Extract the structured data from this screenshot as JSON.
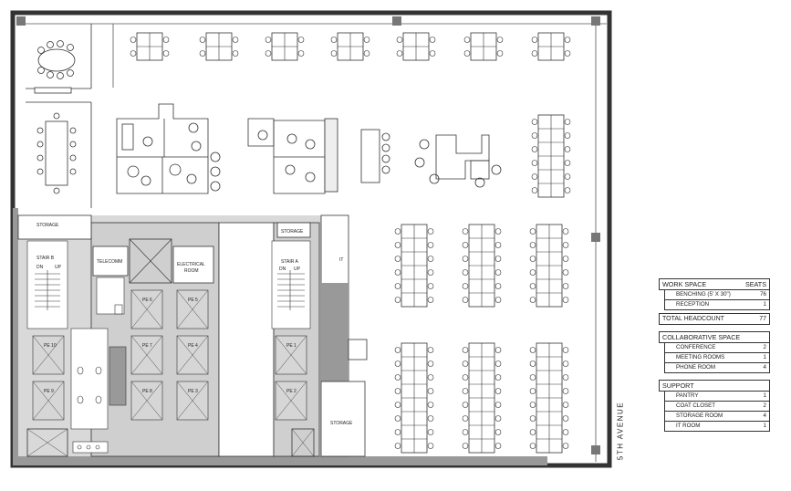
{
  "plan": {
    "room_labels": {
      "storage_west": "STORAGE",
      "storage_core": "STORAGE",
      "storage_south": "STORAGE",
      "stair_b": "STAIR B",
      "stair_b_dn": "DN",
      "stair_b_up": "UP",
      "stair_a": "STAIR A",
      "stair_a_dn": "DN",
      "stair_a_up": "UP",
      "telecomm": "TELECOMM",
      "electrical_1": "ELECTRICAL",
      "electrical_2": "ROOM",
      "it": "IT"
    },
    "elevators": [
      "PE 6",
      "PE 5",
      "PE 7",
      "PE 4",
      "PE 8",
      "PE 3",
      "PE 10",
      "PE 9",
      "PE 1",
      "PE 2"
    ],
    "street": "5TH AVENUE"
  },
  "legend": {
    "work": {
      "title": "WORK SPACE",
      "col": "SEATS",
      "rows": [
        {
          "label": "BENCHING (5' X 30\")",
          "value": "76"
        },
        {
          "label": "RECEPTION",
          "value": "1"
        }
      ],
      "total": {
        "label": "TOTAL HEADCOUNT",
        "value": "77"
      }
    },
    "collab": {
      "title": "COLLABORATIVE SPACE",
      "rows": [
        {
          "label": "CONFERENCE",
          "value": "2"
        },
        {
          "label": "MEETING ROOMS",
          "value": "1"
        },
        {
          "label": "PHONE ROOM",
          "value": "4"
        }
      ]
    },
    "support": {
      "title": "SUPPORT",
      "rows": [
        {
          "label": "PANTRY",
          "value": "1"
        },
        {
          "label": "COAT CLOSET",
          "value": "2"
        },
        {
          "label": "STORAGE ROOM",
          "value": "4"
        },
        {
          "label": "IT ROOM",
          "value": "1"
        }
      ]
    }
  }
}
